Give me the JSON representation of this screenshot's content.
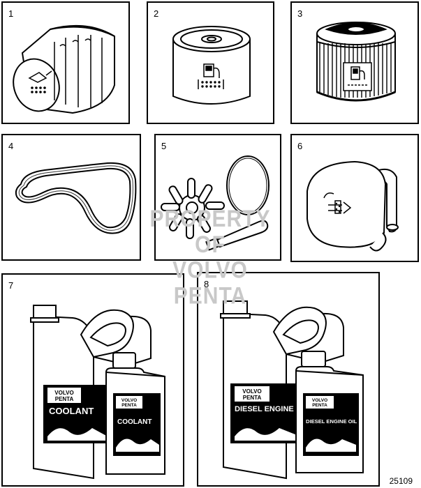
{
  "panels": [
    {
      "number": "1",
      "icon": "oil-filter"
    },
    {
      "number": "2",
      "icon": "fuel-filter"
    },
    {
      "number": "3",
      "icon": "fuel-filter-insert"
    },
    {
      "number": "4",
      "icon": "drive-belt"
    },
    {
      "number": "5",
      "icon": "impeller-kit"
    },
    {
      "number": "6",
      "icon": "air-filter"
    },
    {
      "number": "7",
      "icon": "coolant-containers"
    },
    {
      "number": "8",
      "icon": "engine-oil-containers"
    }
  ],
  "coolant": {
    "brand_line1": "VOLVO",
    "brand_line2": "PENTA",
    "product": "COOLANT"
  },
  "oil": {
    "brand_line1": "VOLVO",
    "brand_line2": "PENTA",
    "product": "DIESEL ENGINE OIL",
    "product_large": "DIESEL ENGINE O"
  },
  "watermark": {
    "line1": "PROPERTY OF",
    "line2": "VOLVO PENTA"
  },
  "figure_id": "25109"
}
